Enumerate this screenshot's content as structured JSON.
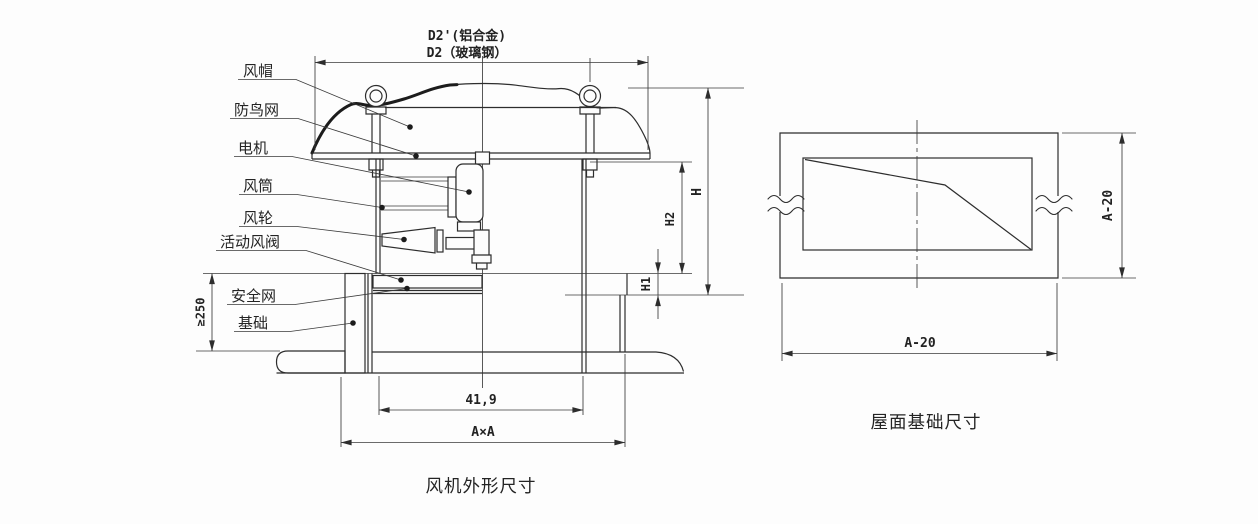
{
  "colors": {
    "line": "#2d2d2d",
    "background": "#fdfdfd",
    "text": "#242424"
  },
  "left_view": {
    "caption": "风机外形尺寸",
    "top_dim_line1": "D2'(铝合金)",
    "top_dim_line2": "D2（玻璃钢）",
    "part_labels": {
      "wind_cap": "风帽",
      "bird_net": "防鸟网",
      "motor": "电机",
      "duct": "风筒",
      "impeller": "风轮",
      "damper": "活动风阀",
      "safety_net": "安全网",
      "foundation": "基础"
    },
    "dimensions": {
      "overall_height": "H",
      "cap_height": "H2",
      "base_frame_height": "H1",
      "min_foundation_height": "≥250",
      "throat_width": "41,9",
      "base_width": "A×A"
    }
  },
  "right_view": {
    "caption": "屋面基础尺寸",
    "dimensions": {
      "plan_width": "A-20",
      "plan_depth": "A-20"
    }
  }
}
